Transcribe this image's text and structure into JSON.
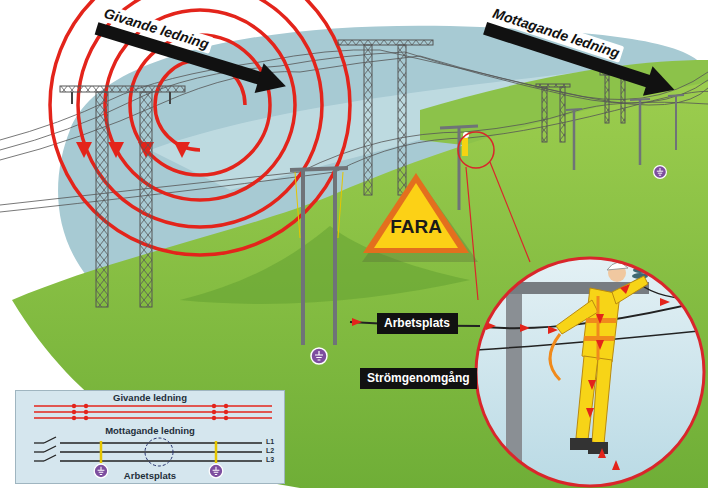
{
  "diagram": {
    "nodes": [
      {
        "text": [
          "FARA"
        ]
      },
      {
        "text": [
          "Arbetsplats"
        ]
      },
      {
        "text": [
          "Strömgenomgång"
        ]
      },
      {
        "text": [
          "Givande ledning",
          "Mottagande ledning",
          "L1",
          "L2",
          "L3",
          "Arbetsplats"
        ]
      }
    ],
    "labels": [
      "Givande ledning",
      "Mottagande ledning"
    ]
  }
}
